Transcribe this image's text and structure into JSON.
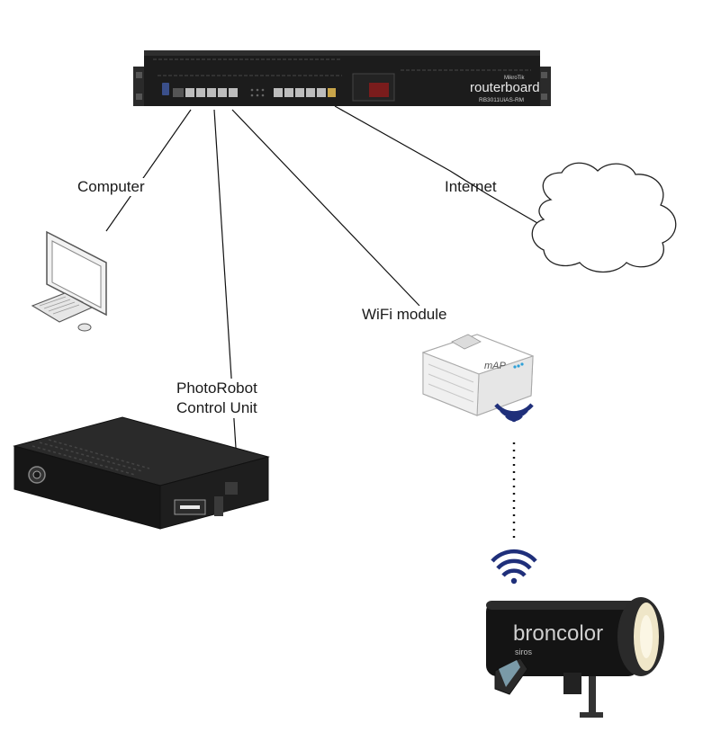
{
  "labels": {
    "computer": "Computer",
    "internet": "Internet",
    "wifi_module": "WiFi module",
    "control_unit_line1": "PhotoRobot",
    "control_unit_line2": "Control Unit"
  },
  "router": {
    "brand_small": "MikroTik",
    "brand": "routerboard",
    "model": "RB3011UiAS-RM"
  },
  "flash": {
    "brand": "broncolor",
    "model": "siros"
  },
  "wifi_device": {
    "brand": "mAP"
  },
  "colors": {
    "line": "#111111",
    "router_body": "#1c1c1c",
    "wifi_signal": "#1f2f7a",
    "flash_body": "#141414",
    "flash_lens": "#efe6c8"
  },
  "icons": [
    "router-icon",
    "computer-icon",
    "cloud-icon",
    "wifi-access-point-icon",
    "wifi-signal-icon",
    "control-unit-icon",
    "studio-flash-icon"
  ]
}
